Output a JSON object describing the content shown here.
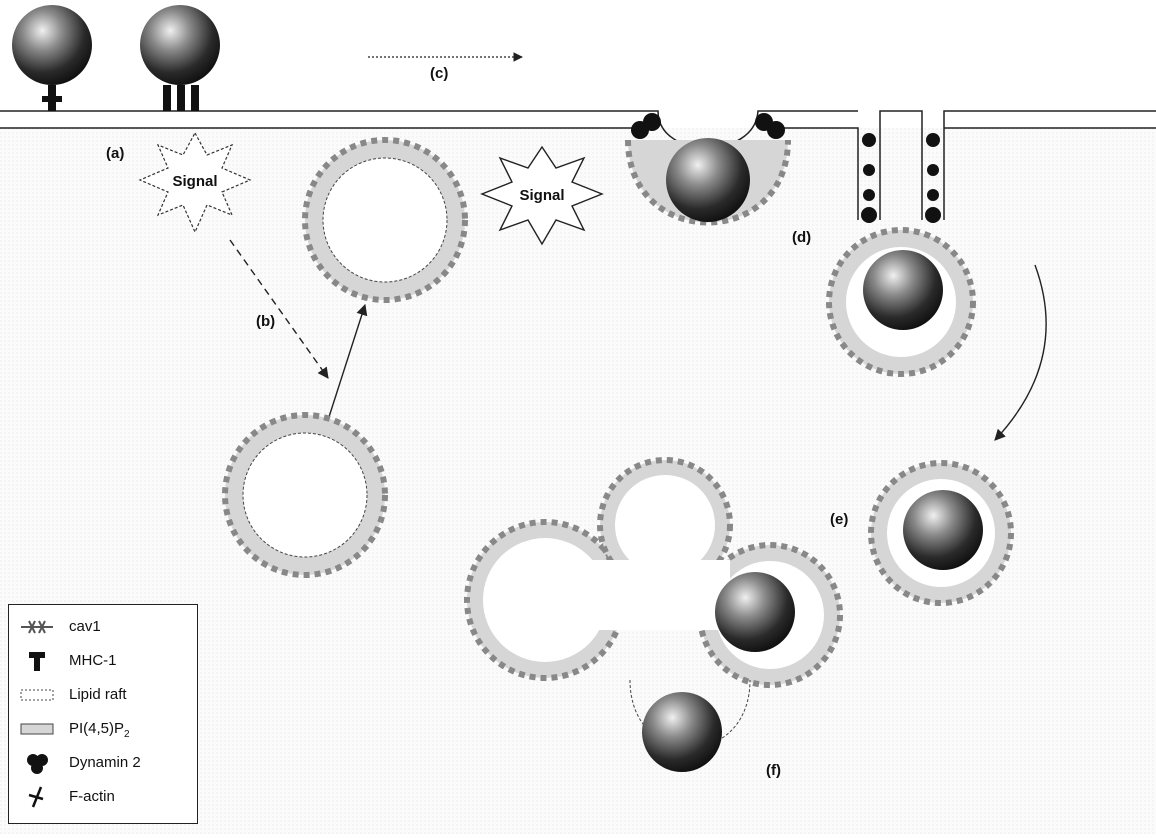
{
  "labels": {
    "a": "(a)",
    "b": "(b)",
    "c": "(c)",
    "d": "(d)",
    "e": "(e)",
    "f": "(f)",
    "signal_1": "Signal",
    "signal_2": "Signal"
  },
  "legend": {
    "items": [
      {
        "icon": "cav1-icon",
        "label": "cav1"
      },
      {
        "icon": "mhc1-icon",
        "label": "MHC-1"
      },
      {
        "icon": "lipid-raft-icon",
        "label": "Lipid raft"
      },
      {
        "icon": "pip2-icon",
        "label": "PI(4,5)P",
        "subscript": "2"
      },
      {
        "icon": "dynamin2-icon",
        "label": "Dynamin 2"
      },
      {
        "icon": "factin-icon",
        "label": "F-actin"
      }
    ]
  },
  "colors": {
    "membrane": "#222222",
    "pip2_fill": "#d6d6d6",
    "cav1": "#8a8a8a",
    "sphere_dark": "#1a1a1a",
    "sphere_light": "#e8e8e8"
  }
}
